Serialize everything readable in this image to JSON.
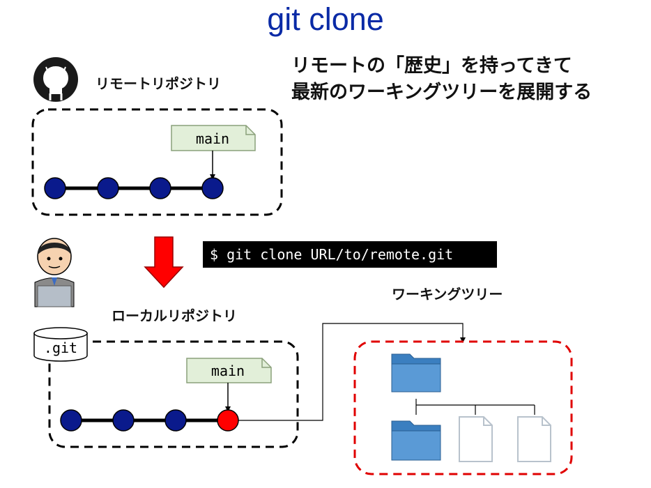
{
  "title": "git clone",
  "headline": {
    "line1": "リモートの「歴史」を持ってきて",
    "line2": "最新のワーキングツリーを展開する"
  },
  "remote": {
    "label": "リモートリポジトリ",
    "branch_label": "main"
  },
  "local": {
    "label": "ローカルリポジトリ",
    "branch_label": "main",
    "git_dir_label": ".git"
  },
  "command": "$ git clone URL/to/remote.git",
  "working_tree": {
    "label": "ワーキングツリー"
  },
  "colors": {
    "title": "#0a2aa6",
    "commit": "#0a1a8c",
    "new_commit": "#ff0000",
    "arrow": "#ff0000",
    "branch_tag": "#e2efd9",
    "folder": "#4a90c8",
    "working_tree_border": "#e00000"
  },
  "icons": [
    "github-icon",
    "person-with-laptop-icon",
    "database-icon",
    "folder-icon",
    "file-icon"
  ]
}
